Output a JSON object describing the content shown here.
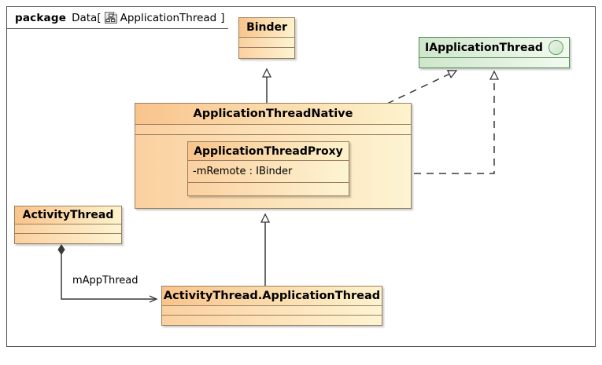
{
  "diagram": {
    "type": "uml-class-diagram",
    "package": {
      "keyword": "package",
      "name": "Data[",
      "icon": "diagram-tree-icon",
      "qualifier": "ApplicationThread",
      "close_bracket": "]"
    },
    "classes": [
      {
        "id": "binder",
        "name": "Binder",
        "kind": "class",
        "compartments": [
          "",
          ""
        ],
        "color": "#f9c48c"
      },
      {
        "id": "application-thread-native",
        "name": "ApplicationThreadNative",
        "kind": "class",
        "compartments": [
          "",
          ""
        ],
        "color": "#f9c48c"
      },
      {
        "id": "application-thread-proxy",
        "name": "ApplicationThreadProxy",
        "kind": "class",
        "attributes": [
          "-mRemote : IBinder"
        ],
        "compartments": [
          ""
        ],
        "color": "#f9c48c"
      },
      {
        "id": "activity-thread",
        "name": "ActivityThread",
        "kind": "class",
        "compartments": [
          "",
          ""
        ],
        "color": "#f9c48c"
      },
      {
        "id": "activity-thread-application-thread",
        "name": "ActivityThread.ApplicationThread",
        "kind": "class",
        "compartments": [
          "",
          ""
        ],
        "color": "#f9c48c"
      }
    ],
    "interfaces": [
      {
        "id": "iapplication-thread",
        "name": "IApplicationThread",
        "kind": "interface",
        "icon": "interface-circle-icon",
        "compartments": [
          ""
        ],
        "color": "#cfe6cb"
      }
    ],
    "relations": [
      {
        "id": "atn-extends-binder",
        "type": "generalization",
        "from": "ApplicationThreadNative",
        "to": "Binder",
        "label": ""
      },
      {
        "id": "atat-extends-atn",
        "type": "generalization",
        "from": "ActivityThread.ApplicationThread",
        "to": "ApplicationThreadNative",
        "label": ""
      },
      {
        "id": "atat-realizes-iat",
        "type": "realization",
        "from": "ActivityThread.ApplicationThread",
        "to": "IApplicationThread",
        "label": ""
      },
      {
        "id": "atn-realizes-iat",
        "type": "realization",
        "from": "ApplicationThreadNative",
        "to": "IApplicationThread",
        "label": ""
      },
      {
        "id": "atproxy-realizes-iat",
        "type": "realization",
        "from": "ApplicationThreadProxy",
        "to": "IApplicationThread",
        "label": ""
      },
      {
        "id": "activitythread-composes-appthread",
        "type": "composition",
        "from": "ActivityThread",
        "to": "ActivityThread.ApplicationThread",
        "label": "mAppThread"
      }
    ]
  },
  "labels": {
    "m_app_thread": "mAppThread",
    "m_remote_field": "-mRemote : IBinder"
  }
}
